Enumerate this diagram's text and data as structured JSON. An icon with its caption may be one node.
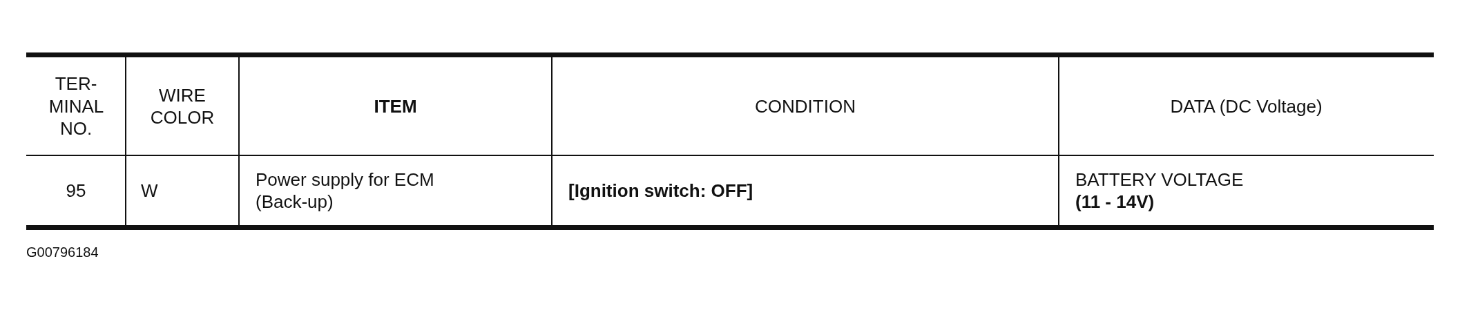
{
  "diagram": {
    "labels": [
      "TER- MINAL NO.",
      "WIRE COLOR",
      "ITEM",
      "CONDITION",
      "DATA (DC Voltage)",
      "95",
      "W",
      "Power supply for ECM (Back-up)",
      "[Ignition switch: OFF]",
      "BATTERY VOLTAGE **(11 - 14V)**",
      "G00796184"
    ]
  }
}
